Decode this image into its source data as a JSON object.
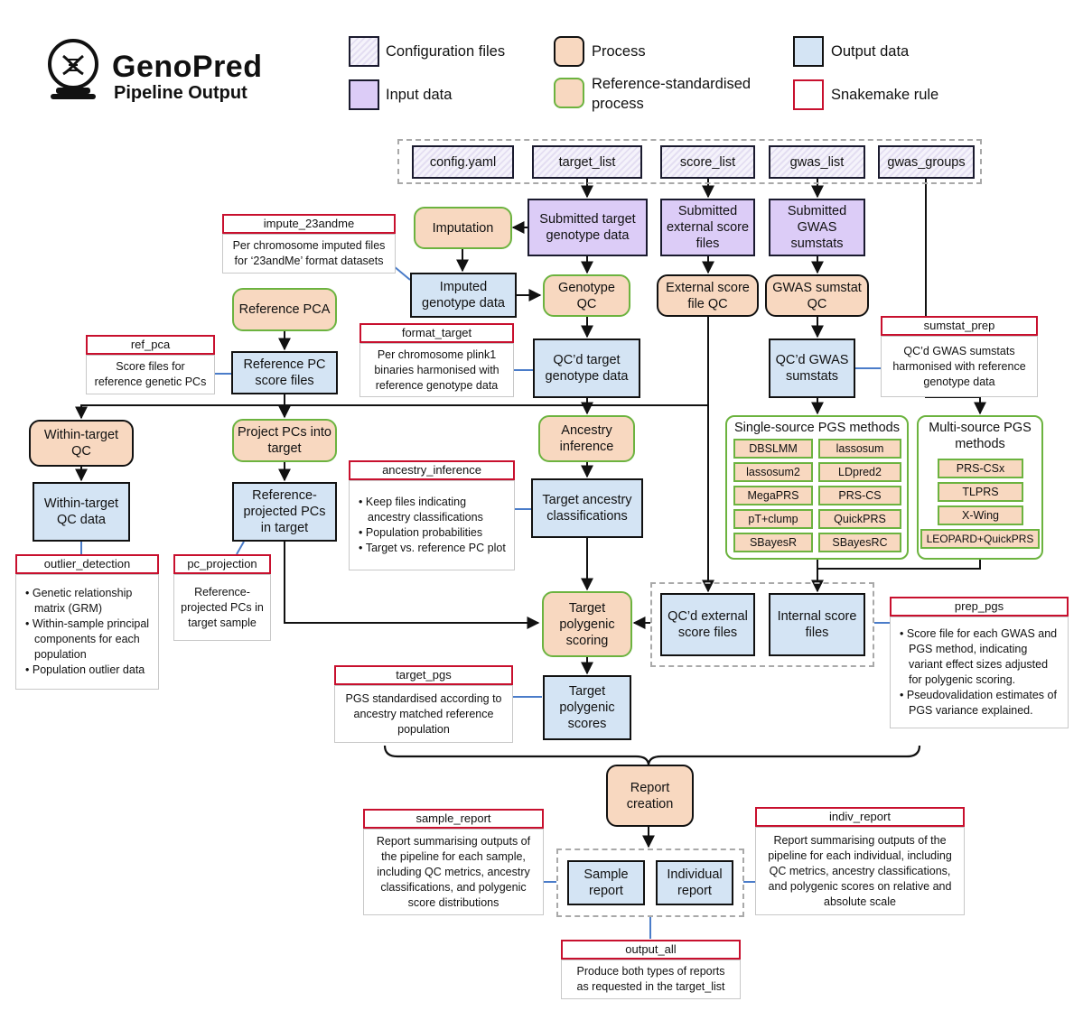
{
  "header": {
    "title": "GenoPred",
    "subtitle": "Pipeline Output"
  },
  "legend": [
    {
      "key": "config",
      "label": "Configuration files"
    },
    {
      "key": "input",
      "label": "Input data"
    },
    {
      "key": "process",
      "label": "Process"
    },
    {
      "key": "rprocess",
      "label": "Reference-standardised process"
    },
    {
      "key": "output",
      "label": "Output data"
    },
    {
      "key": "rule",
      "label": "Snakemake rule"
    }
  ],
  "config_files": [
    "config.yaml",
    "target_list",
    "score_list",
    "gwas_list",
    "gwas_groups"
  ],
  "input_data": {
    "target": "Submitted target genotype data",
    "external": "Submitted external score files",
    "gwas": "Submitted GWAS sumstats"
  },
  "processes": {
    "imputation": "Imputation",
    "genotype_qc": "Genotype QC",
    "external_qc": "External score file QC",
    "gwas_qc": "GWAS sumstat QC",
    "reference_pca": "Reference PCA",
    "within_qc": "Within-target QC",
    "project_pcs": "Project PCs into target",
    "ancestry_inference": "Ancestry inference",
    "target_scoring": "Target polygenic scoring",
    "report_creation": "Report creation"
  },
  "outputs": {
    "imputed": "Imputed genotype data",
    "qcd_target": "QC’d target genotype data",
    "qcd_gwas": "QC’d GWAS sumstats",
    "ref_pc": "Reference PC score files",
    "within_qc_data": "Within-target QC data",
    "ref_projected": "Reference-projected PCs in target",
    "ancestry_class": "Target ancestry classifications",
    "qcd_external": "QC’d external score files",
    "internal_score": "Internal score files",
    "target_scores": "Target polygenic scores",
    "sample_report": "Sample report",
    "individual_report": "Individual report"
  },
  "rules": {
    "impute_23andme": {
      "name": "impute_23andme",
      "lines": [
        "Per chromosome imputed files",
        "for ‘23andMe’ format datasets"
      ]
    },
    "ref_pca": {
      "name": "ref_pca",
      "lines": [
        "Score files for",
        "reference genetic PCs"
      ]
    },
    "format_target": {
      "name": "format_target",
      "lines": [
        "Per chromosome plink1",
        "binaries harmonised with",
        "reference genotype data"
      ]
    },
    "sumstat_prep": {
      "name": "sumstat_prep",
      "lines": [
        "QC’d GWAS sumstats",
        "harmonised with reference",
        "genotype data"
      ]
    },
    "ancestry_inference": {
      "name": "ancestry_inference",
      "bullets": [
        "Keep files indicating ancestry classifications",
        "Population probabilities",
        "Target vs. reference PC plot"
      ]
    },
    "outlier_detection": {
      "name": "outlier_detection",
      "bullets": [
        "Genetic relationship matrix (GRM)",
        "Within-sample principal components for each population",
        "Population outlier data"
      ]
    },
    "pc_projection": {
      "name": "pc_projection",
      "lines": [
        "Reference-",
        "projected PCs in",
        "target sample"
      ]
    },
    "prep_pgs": {
      "name": "prep_pgs",
      "bullets": [
        "Score file for each GWAS and PGS method, indicating variant effect sizes adjusted for polygenic scoring.",
        "Pseudovalidation estimates of PGS variance explained."
      ]
    },
    "target_pgs": {
      "name": "target_pgs",
      "lines": [
        "PGS standardised according to",
        "ancestry matched reference",
        "population"
      ]
    },
    "sample_report": {
      "name": "sample_report",
      "lines": [
        "Report summarising outputs of",
        "the pipeline for each sample,",
        "including QC metrics, ancestry",
        "classifications, and polygenic",
        "score distributions"
      ]
    },
    "indiv_report": {
      "name": "indiv_report",
      "lines": [
        "Report summarising outputs of the",
        "pipeline for each individual, including",
        "QC metrics, ancestry classifications,",
        "and polygenic scores on relative and",
        "absolute scale"
      ]
    },
    "output_all": {
      "name": "output_all",
      "lines": [
        "Produce both types of reports",
        "as requested in the target_list"
      ]
    }
  },
  "single_source": {
    "title": "Single-source PGS methods",
    "methods": [
      "DBSLMM",
      "lassosum",
      "lassosum2",
      "LDpred2",
      "MegaPRS",
      "PRS-CS",
      "pT+clump",
      "QuickPRS",
      "SBayesR",
      "SBayesRC"
    ]
  },
  "multi_source": {
    "title": "Multi-source PGS methods",
    "methods": [
      "PRS-CSx",
      "TLPRS",
      "X-Wing",
      "LEOPARD+QuickPRS"
    ]
  },
  "colors": {
    "input": "#dcccf7",
    "process": "#f8d8c0",
    "output": "#d4e4f4",
    "rule_border": "#c8102e",
    "ref_border": "#6cb33f",
    "connector": "#4a7cc9"
  }
}
